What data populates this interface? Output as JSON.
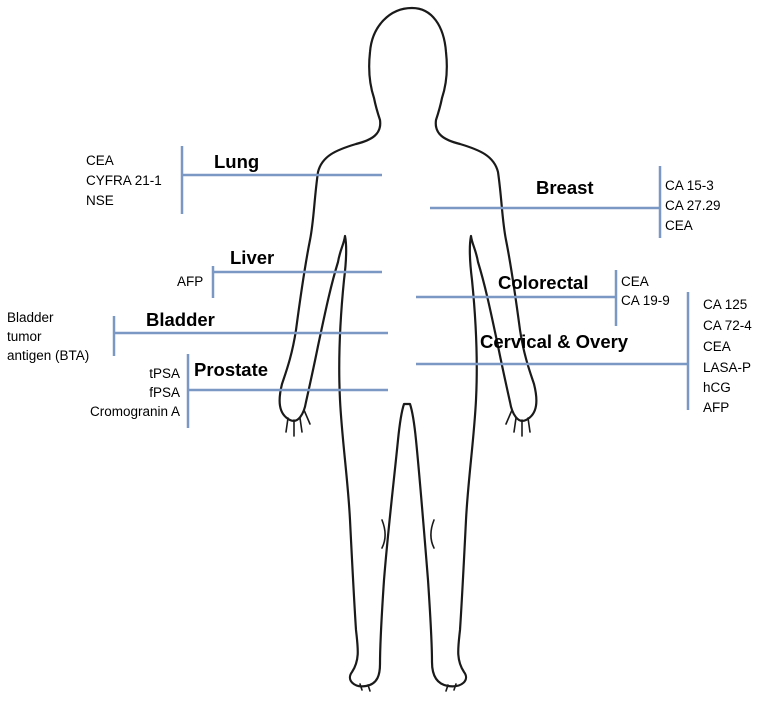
{
  "diagram": {
    "sites": {
      "lung": {
        "label": "Lung",
        "markers": [
          "CEA",
          "CYFRA 21-1",
          "NSE"
        ]
      },
      "liver": {
        "label": "Liver",
        "markers": [
          "AFP"
        ]
      },
      "bladder": {
        "label": "Bladder",
        "markers": [
          "Bladder",
          "tumor",
          "antigen (BTA)"
        ]
      },
      "prostate": {
        "label": "Prostate",
        "markers": [
          "tPSA",
          "fPSA",
          "Cromogranin A"
        ]
      },
      "breast": {
        "label": "Breast",
        "markers": [
          "CA 15-3",
          "CA 27.29",
          "CEA"
        ]
      },
      "colorectal": {
        "label": "Colorectal",
        "markers": [
          "CEA",
          "CA 19-9"
        ]
      },
      "cervical_ovary": {
        "label": "Cervical & Overy",
        "markers": [
          "CA 125",
          "CA 72-4",
          "CEA",
          "LASA-P",
          "hCG",
          "AFP"
        ]
      }
    },
    "colors": {
      "connector": "#7b98c4",
      "outline": "#1a1a1a",
      "text": "#000000"
    }
  }
}
